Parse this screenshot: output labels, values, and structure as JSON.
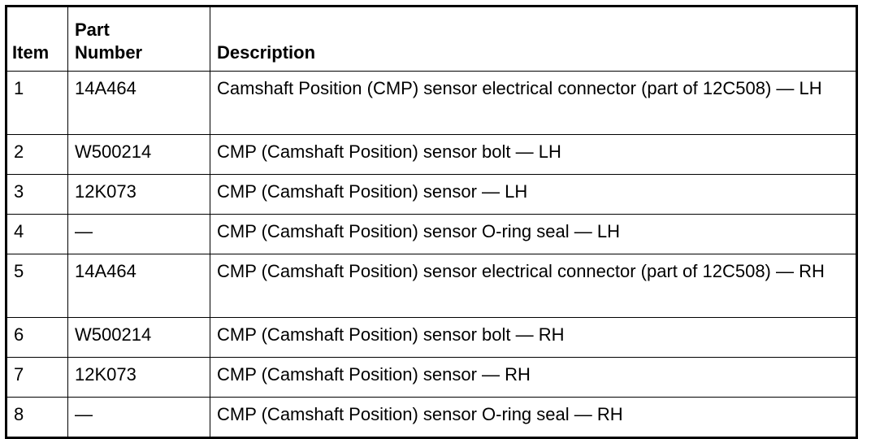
{
  "table": {
    "headers": {
      "item": "Item",
      "part_number_line1": "Part",
      "part_number_line2": "Number",
      "description": "Description"
    },
    "rows": [
      {
        "item": "1",
        "part_number": "14A464",
        "description": "Camshaft Position (CMP) sensor electrical connector (part of 12C508) — LH"
      },
      {
        "item": "2",
        "part_number": "W500214",
        "description": "CMP (Camshaft Position) sensor bolt — LH"
      },
      {
        "item": "3",
        "part_number": "12K073",
        "description": "CMP (Camshaft Position) sensor — LH"
      },
      {
        "item": "4",
        "part_number": "—",
        "description": "CMP (Camshaft Position) sensor O-ring seal — LH"
      },
      {
        "item": "5",
        "part_number": "14A464",
        "description": "CMP (Camshaft Position) sensor electrical connector (part of 12C508) — RH"
      },
      {
        "item": "6",
        "part_number": "W500214",
        "description": "CMP (Camshaft Position) sensor bolt — RH"
      },
      {
        "item": "7",
        "part_number": "12K073",
        "description": "CMP (Camshaft Position) sensor — RH"
      },
      {
        "item": "8",
        "part_number": "—",
        "description": "CMP (Camshaft Position) sensor O-ring seal — RH"
      }
    ]
  }
}
